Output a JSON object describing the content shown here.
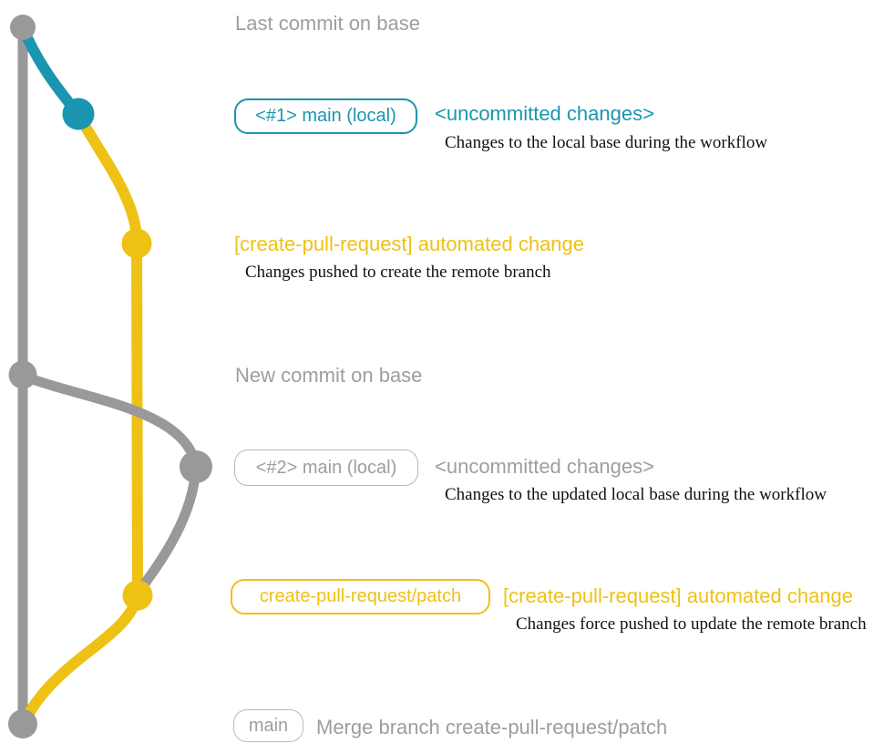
{
  "colors": {
    "teal": "#1b95b0",
    "yellow": "#eec115",
    "gray": "#999999",
    "grayText": "#9e9e9e",
    "grayBorder": "#b8b8b8",
    "ink": "#111111"
  },
  "graph": {
    "branches": [
      {
        "name": "base",
        "color_key": "gray"
      },
      {
        "name": "main-local-1",
        "color_key": "teal"
      },
      {
        "name": "create-pull-request-patch",
        "color_key": "yellow"
      },
      {
        "name": "main-local-2",
        "color_key": "gray"
      }
    ],
    "commits": [
      {
        "id": "last-commit-on-base",
        "color_key": "gray"
      },
      {
        "id": "main-local-1-uncommitted",
        "color_key": "teal"
      },
      {
        "id": "automated-change-1",
        "color_key": "yellow"
      },
      {
        "id": "new-commit-on-base",
        "color_key": "gray"
      },
      {
        "id": "main-local-2-uncommitted",
        "color_key": "gray"
      },
      {
        "id": "automated-change-2",
        "color_key": "yellow"
      },
      {
        "id": "merge-commit",
        "color_key": "gray"
      }
    ]
  },
  "annotations": {
    "last_commit": "Last commit on base",
    "row1": {
      "badge": "<#1> main (local)",
      "title": "<uncommitted changes>",
      "desc": "Changes to the local base during the workflow"
    },
    "row2": {
      "title": "[create-pull-request] automated change",
      "desc": "Changes pushed to create the remote branch"
    },
    "new_commit": "New commit on base",
    "row3": {
      "badge": "<#2> main (local)",
      "title": "<uncommitted changes>",
      "desc": "Changes to the updated local base during the workflow"
    },
    "row4": {
      "badge": "create-pull-request/patch",
      "title": "[create-pull-request] automated change",
      "desc": "Changes force pushed to update the remote branch"
    },
    "row5": {
      "badge": "main",
      "title": "Merge branch create-pull-request/patch"
    }
  }
}
